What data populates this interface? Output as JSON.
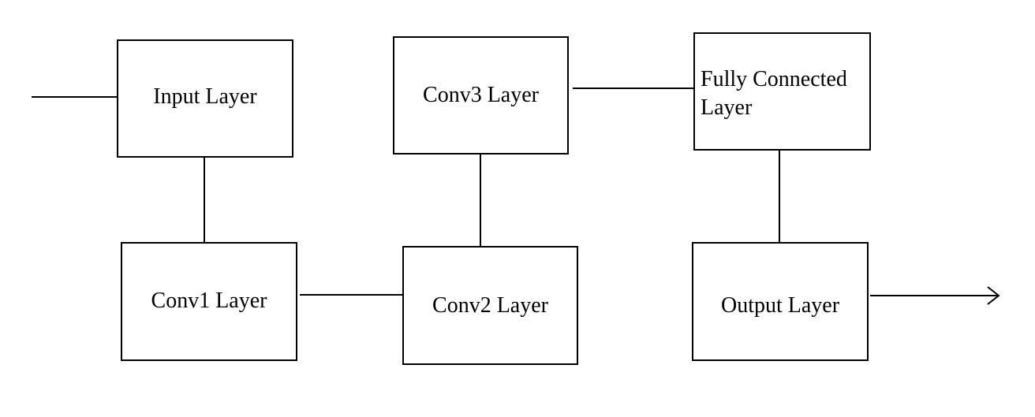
{
  "diagram": {
    "blocks": {
      "input": "Input Layer",
      "conv1": "Conv1 Layer",
      "conv2": "Conv2 Layer",
      "conv3": "Conv3 Layer",
      "fc_line1": "Fully Connected",
      "fc_line2": "Layer",
      "output": "Output Layer"
    },
    "colors": {
      "line": "#000000",
      "background": "#ffffff"
    }
  }
}
